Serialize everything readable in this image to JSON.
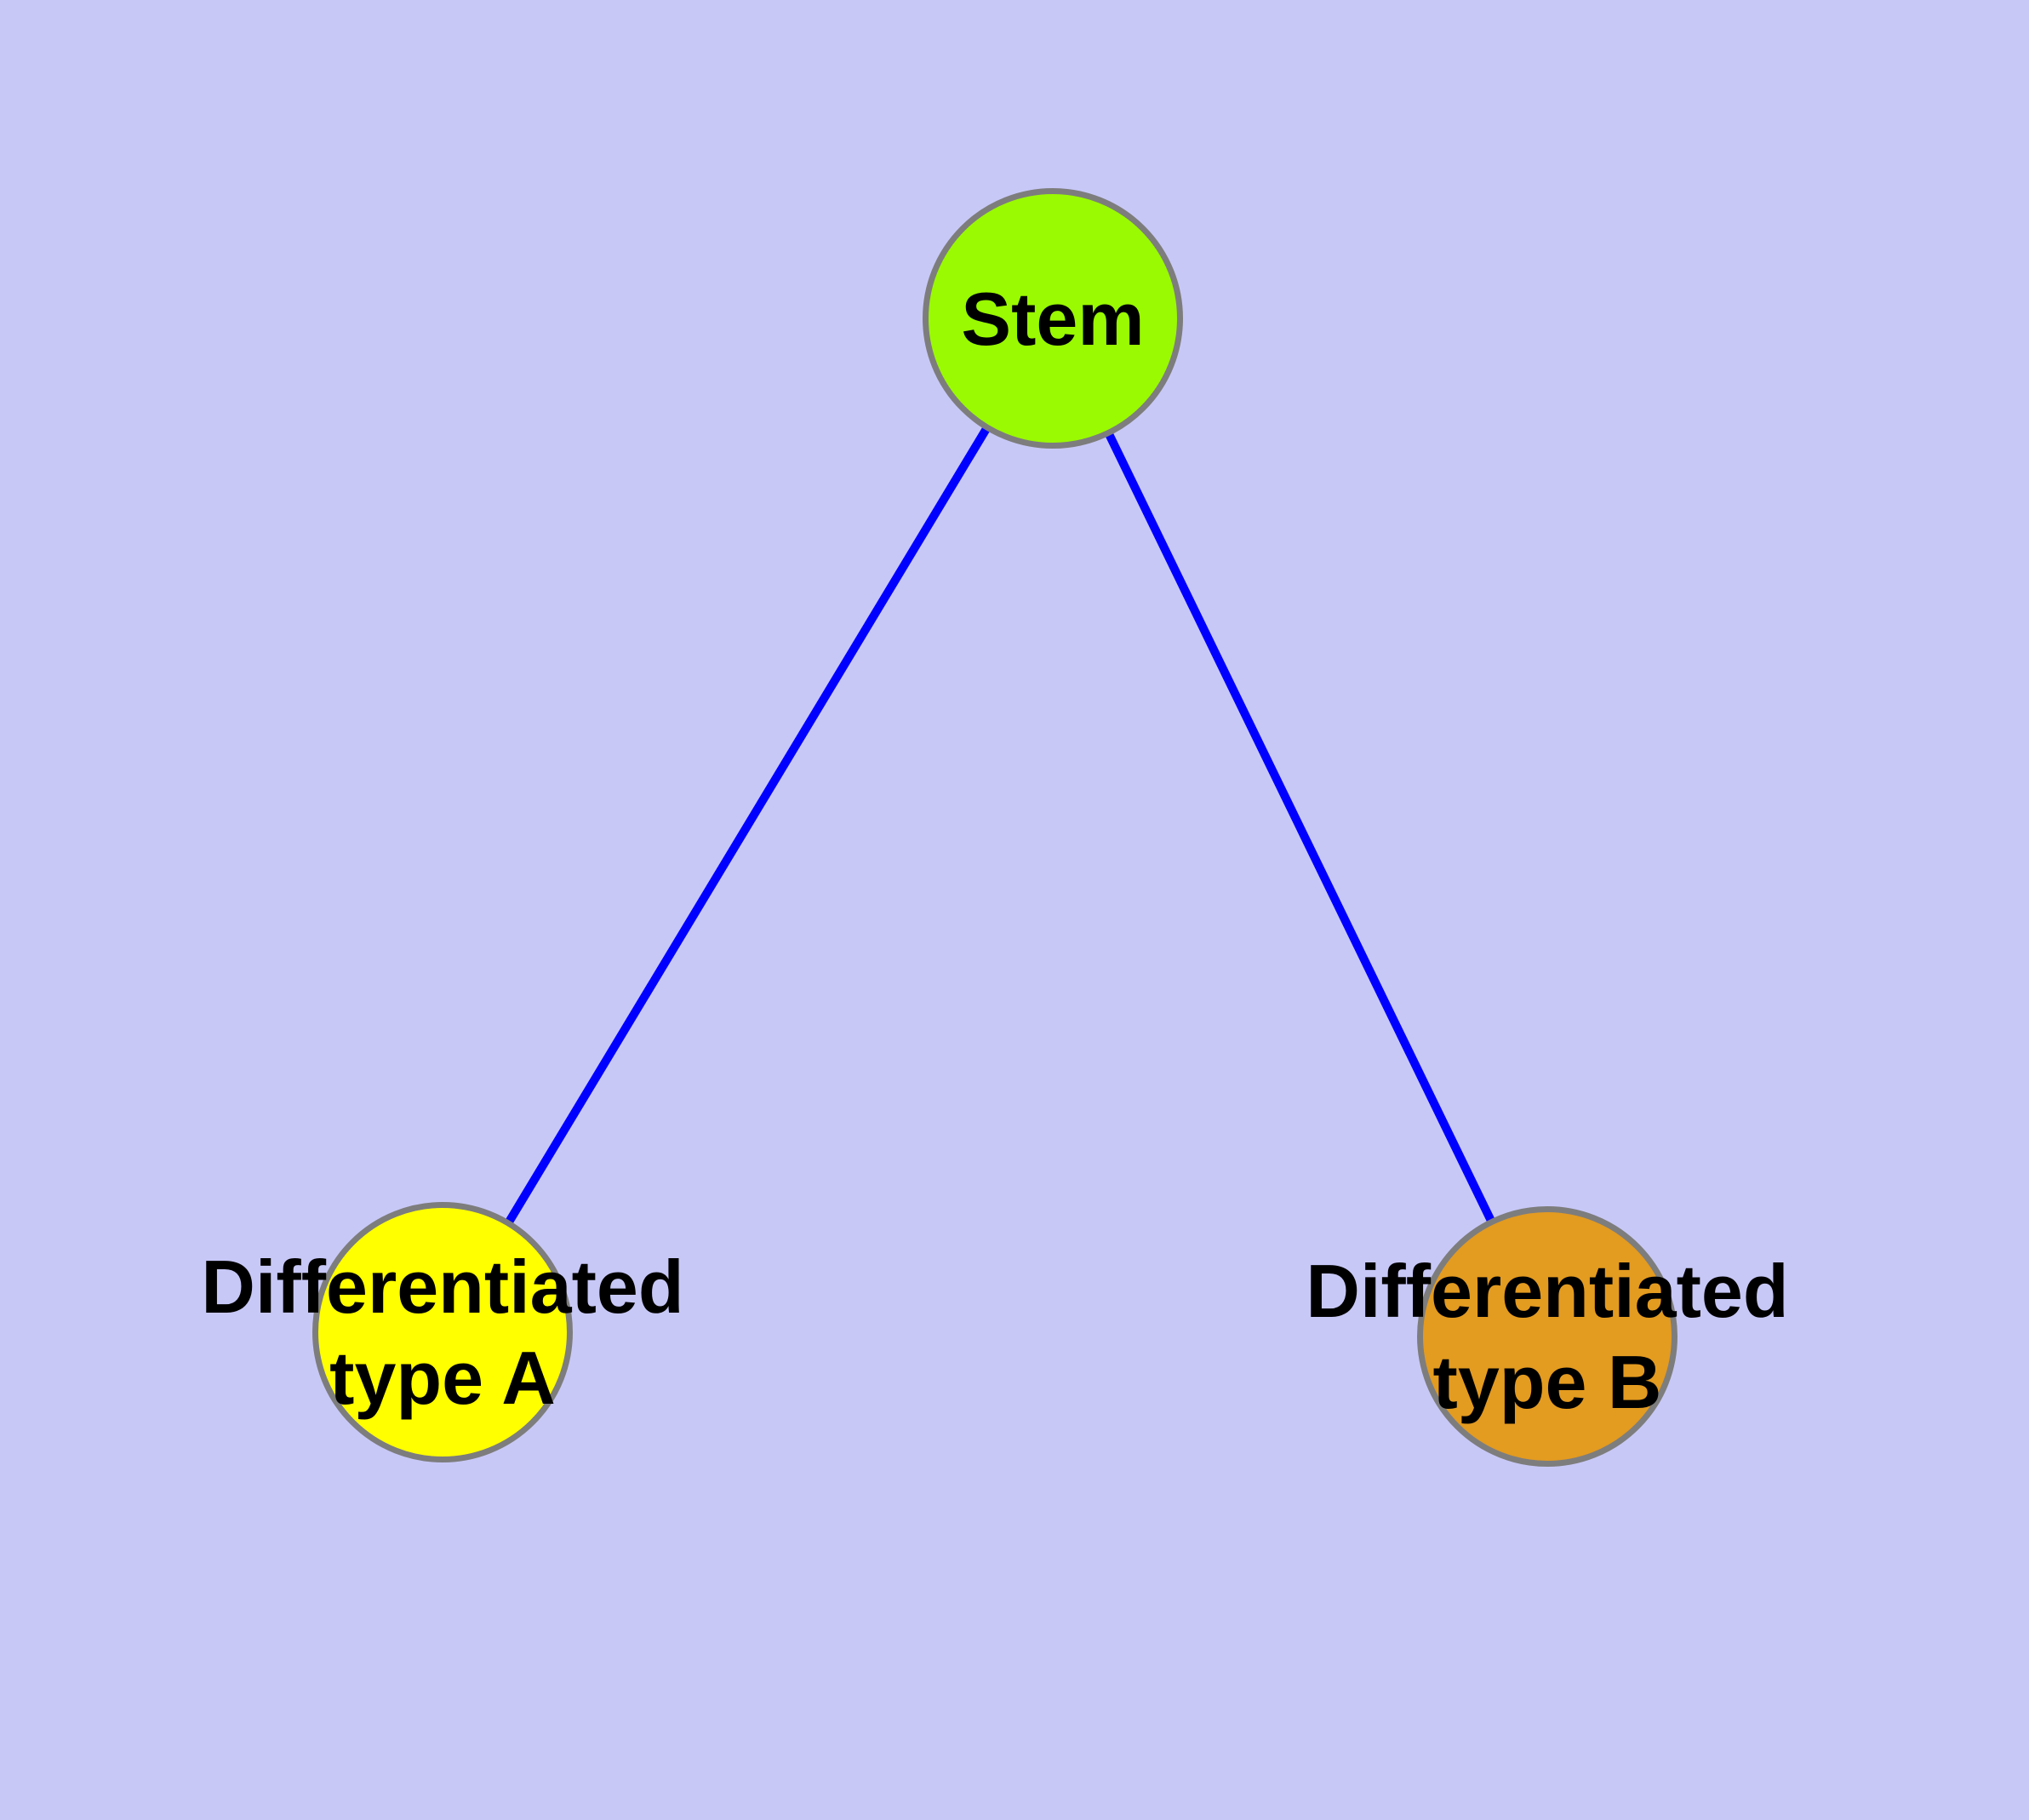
{
  "diagram": {
    "type": "node-link-graph",
    "colors": {
      "bg": "#C8C8F7",
      "edge": "#0000FF",
      "border": "#7D7D7D",
      "text": "#000000",
      "stem": "#9AFA01",
      "typeA": "#FFFF00",
      "typeB": "#E39B20"
    },
    "nodes": [
      {
        "id": "stem",
        "lines": [
          "Stem"
        ]
      },
      {
        "id": "differentiated-type-a",
        "lines": [
          "Differentiated",
          "type A"
        ]
      },
      {
        "id": "differentiated-type-b",
        "lines": [
          "Differentiated",
          "type B"
        ]
      }
    ],
    "edges": [
      {
        "from": "stem",
        "to": "differentiated-type-a"
      },
      {
        "from": "stem",
        "to": "differentiated-type-b"
      }
    ]
  }
}
